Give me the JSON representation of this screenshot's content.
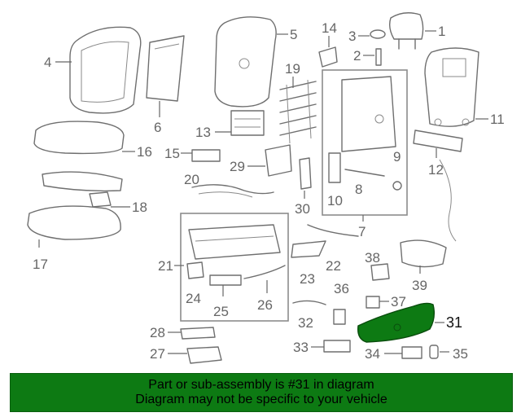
{
  "diagram": {
    "labels": [
      {
        "id": "1",
        "text": "1"
      },
      {
        "id": "2",
        "text": "2"
      },
      {
        "id": "3",
        "text": "3"
      },
      {
        "id": "4",
        "text": "4"
      },
      {
        "id": "5",
        "text": "5"
      },
      {
        "id": "6",
        "text": "6"
      },
      {
        "id": "7",
        "text": "7"
      },
      {
        "id": "8",
        "text": "8"
      },
      {
        "id": "9",
        "text": "9"
      },
      {
        "id": "10",
        "text": "10"
      },
      {
        "id": "11",
        "text": "11"
      },
      {
        "id": "12",
        "text": "12"
      },
      {
        "id": "13",
        "text": "13"
      },
      {
        "id": "14",
        "text": "14"
      },
      {
        "id": "15",
        "text": "15"
      },
      {
        "id": "16",
        "text": "16"
      },
      {
        "id": "17",
        "text": "17"
      },
      {
        "id": "18",
        "text": "18"
      },
      {
        "id": "19",
        "text": "19"
      },
      {
        "id": "20",
        "text": "20"
      },
      {
        "id": "21",
        "text": "21"
      },
      {
        "id": "22",
        "text": "22"
      },
      {
        "id": "23",
        "text": "23"
      },
      {
        "id": "24",
        "text": "24"
      },
      {
        "id": "25",
        "text": "25"
      },
      {
        "id": "26",
        "text": "26"
      },
      {
        "id": "27",
        "text": "27"
      },
      {
        "id": "28",
        "text": "28"
      },
      {
        "id": "29",
        "text": "29"
      },
      {
        "id": "30",
        "text": "30"
      },
      {
        "id": "31",
        "text": "31"
      },
      {
        "id": "32",
        "text": "32"
      },
      {
        "id": "33",
        "text": "33"
      },
      {
        "id": "34",
        "text": "34"
      },
      {
        "id": "35",
        "text": "35"
      },
      {
        "id": "36",
        "text": "36"
      },
      {
        "id": "37",
        "text": "37"
      },
      {
        "id": "38",
        "text": "38"
      },
      {
        "id": "39",
        "text": "39"
      }
    ],
    "highlight": {
      "part": "31",
      "color": "#0d7a13"
    }
  },
  "banner": {
    "line1": "Part or sub-assembly is #31 in diagram",
    "line2": "Diagram may not be specific to your vehicle",
    "background": "#0d7a13"
  }
}
